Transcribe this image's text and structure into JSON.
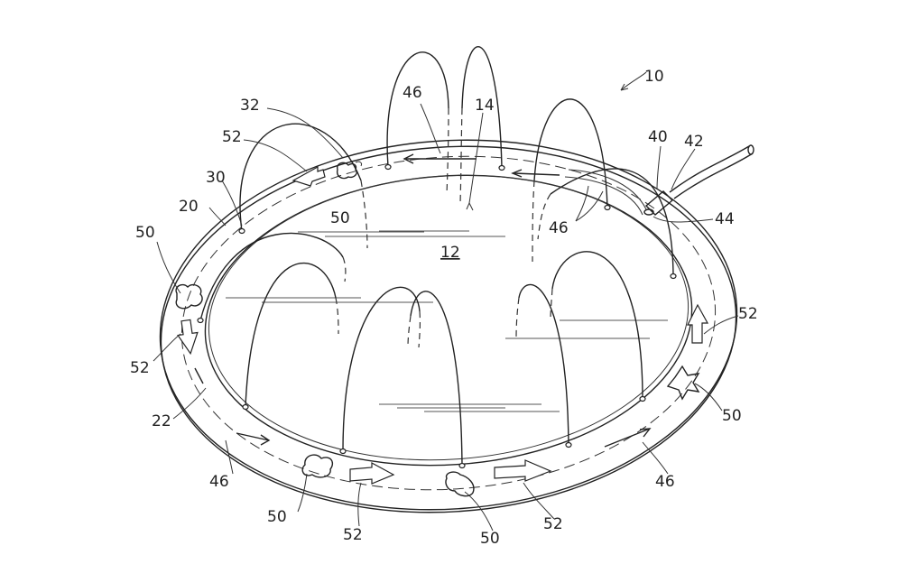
{
  "labels": {
    "l10": "10",
    "l12": "12",
    "l14": "14",
    "l20": "20",
    "l22": "22",
    "l30": "30",
    "l32": "32",
    "l40": "40",
    "l42": "42",
    "l44": "44",
    "l46a": "46",
    "l46b": "46",
    "l46c": "46",
    "l46d": "46",
    "l50a": "50",
    "l50b": "50",
    "l50c": "50",
    "l50d": "50",
    "l50e": "50",
    "l52a": "52",
    "l52b": "52",
    "l52c": "52",
    "l52d": "52",
    "l52e": "52"
  }
}
